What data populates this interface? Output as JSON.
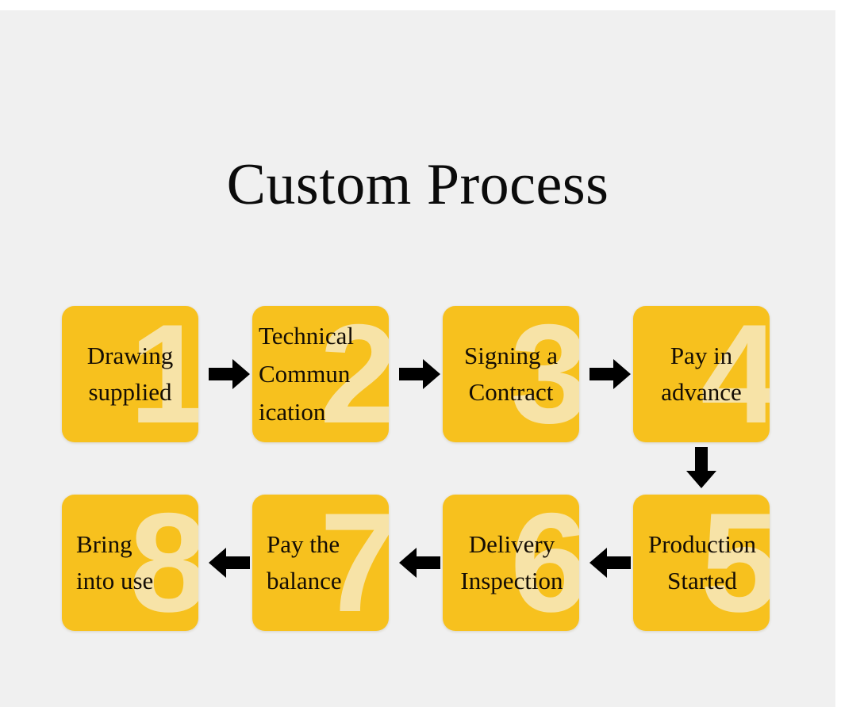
{
  "page": {
    "title": "Custom Process",
    "background_color": "#f0f0f0",
    "box_color": "#f7c11e",
    "watermark_color": "#f7e6b4",
    "text_color": "#140d05",
    "arrow_color": "#000000"
  },
  "flow": {
    "steps": [
      {
        "number": "1",
        "label": "Drawing\nsupplied",
        "watermark": "1",
        "row": 1,
        "order": 1
      },
      {
        "number": "2",
        "label": "Technical\nCommun\nication",
        "watermark": "2",
        "row": 1,
        "order": 2
      },
      {
        "number": "3",
        "label": "Signing a\nContract",
        "watermark": "3",
        "row": 1,
        "order": 3
      },
      {
        "number": "4",
        "label": "Pay in\nadvance",
        "watermark": "4",
        "row": 1,
        "order": 4
      },
      {
        "number": "5",
        "label": "Production\nStarted",
        "watermark": "5",
        "row": 2,
        "order": 5
      },
      {
        "number": "6",
        "label": "Delivery\nInspection",
        "watermark": "6",
        "row": 2,
        "order": 6
      },
      {
        "number": "7",
        "label": "Pay the\nbalance",
        "watermark": "7",
        "row": 2,
        "order": 7
      },
      {
        "number": "8",
        "label": "Bring\ninto use",
        "watermark": "8",
        "row": 2,
        "order": 8
      }
    ],
    "connectors": [
      {
        "name": "arrow-step1-to-step2",
        "direction": "right"
      },
      {
        "name": "arrow-step2-to-step3",
        "direction": "right"
      },
      {
        "name": "arrow-step3-to-step4",
        "direction": "right"
      },
      {
        "name": "arrow-step4-to-step5",
        "direction": "down"
      },
      {
        "name": "arrow-step5-to-step6",
        "direction": "left"
      },
      {
        "name": "arrow-step6-to-step7",
        "direction": "left"
      },
      {
        "name": "arrow-step7-to-step8",
        "direction": "left"
      }
    ]
  }
}
